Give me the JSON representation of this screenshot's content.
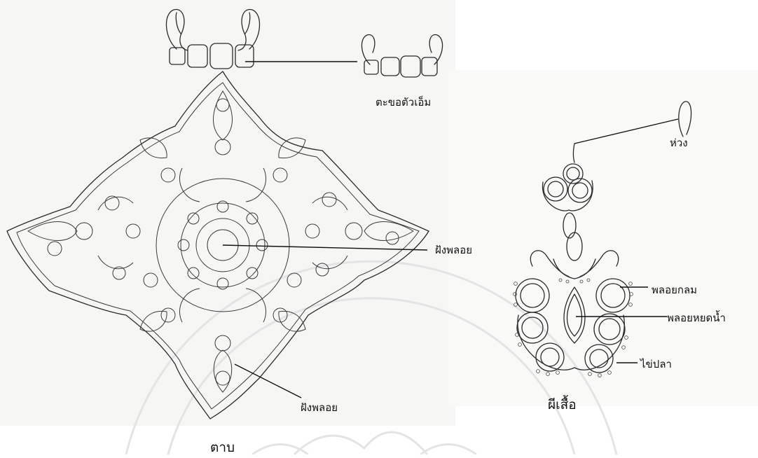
{
  "labels": {
    "hook_pair": "ตะขอตัวเอ็ม",
    "loop": "ห่วง",
    "setting_center": "ฝังพลอย",
    "round_stone": "พลอยกลม",
    "teardrop_stone": "พลอยหยดน้ำ",
    "fish_roe": "ไข่ปลา",
    "setting_bottom": "ฝังพลอย",
    "pendant_right": "ผีเสื้อ",
    "pendant_left": "ตาบ"
  }
}
